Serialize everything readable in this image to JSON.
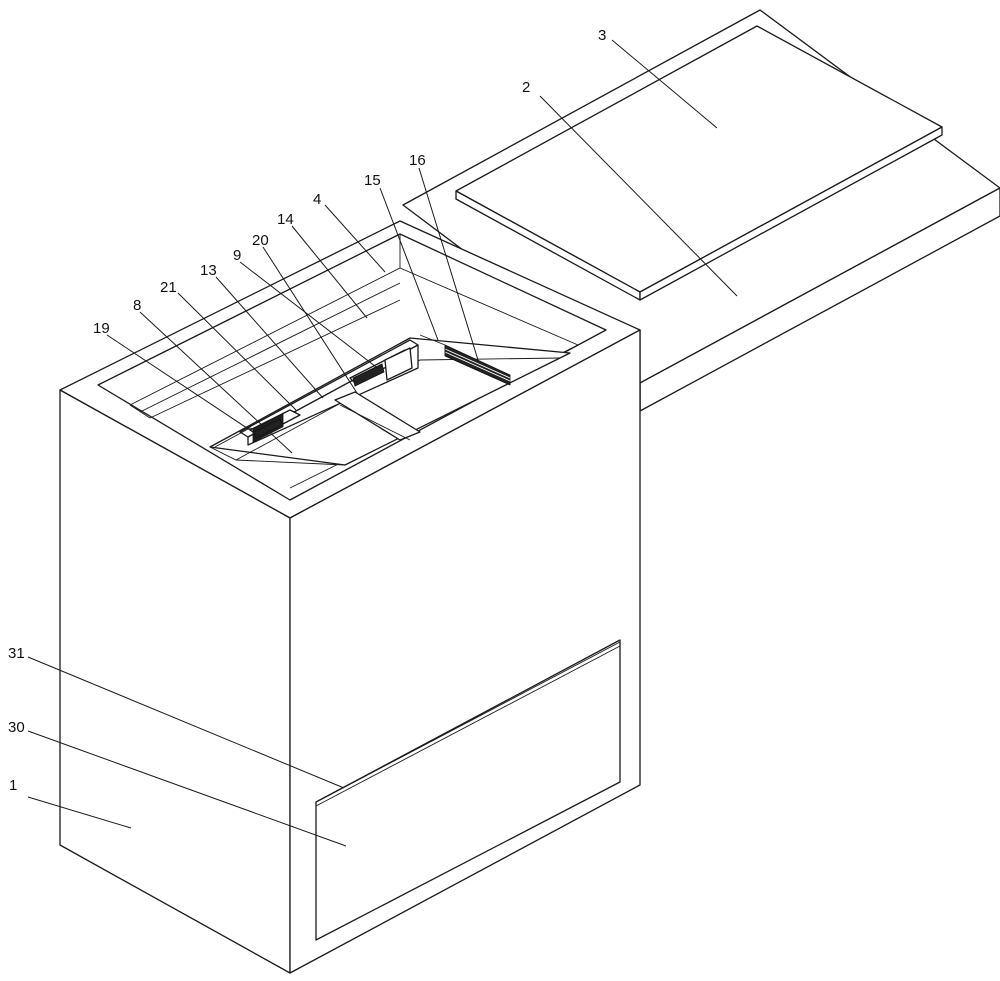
{
  "labels": [
    {
      "id": "n3",
      "text": "3"
    },
    {
      "id": "n2",
      "text": "2"
    },
    {
      "id": "n16",
      "text": "16"
    },
    {
      "id": "n15",
      "text": "15"
    },
    {
      "id": "n4",
      "text": "4"
    },
    {
      "id": "n14",
      "text": "14"
    },
    {
      "id": "n20",
      "text": "20"
    },
    {
      "id": "n9",
      "text": "9"
    },
    {
      "id": "n13",
      "text": "13"
    },
    {
      "id": "n21",
      "text": "21"
    },
    {
      "id": "n8",
      "text": "8"
    },
    {
      "id": "n19",
      "text": "19"
    },
    {
      "id": "n31",
      "text": "31"
    },
    {
      "id": "n30",
      "text": "30"
    },
    {
      "id": "n1",
      "text": "1"
    }
  ]
}
